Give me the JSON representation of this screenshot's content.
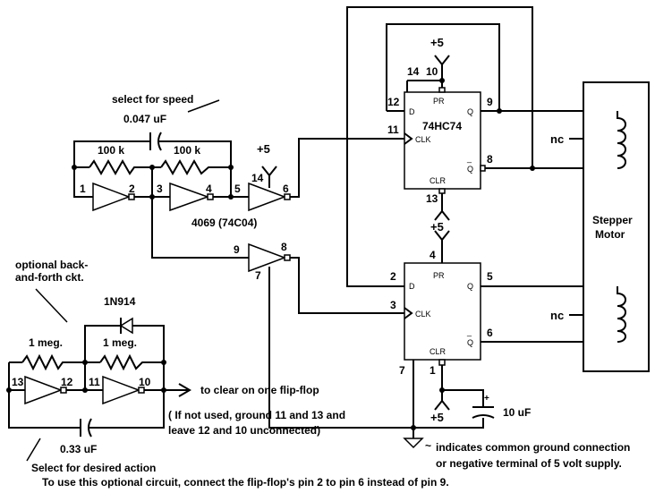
{
  "labels": {
    "select_speed": "select for speed",
    "cap_speed": "0.047 uF",
    "r_100k_a": "100 k",
    "r_100k_b": "100 k",
    "plus5_inverter": "+5",
    "plus5_ff1": "+5",
    "plus5_ff2": "+5",
    "plus5_bottom": "+5",
    "chip_4069": "4069 (74C04)",
    "chip_74hc74": "74HC74",
    "optional_line1": "optional back-",
    "optional_line2": "and-forth ckt.",
    "diode": "1N914",
    "r_1meg_a": "1 meg.",
    "r_1meg_b": "1 meg.",
    "to_clear": "to clear on one flip-flop",
    "if_not_used_1": "( If not used, ground 11 and 13 and",
    "if_not_used_2": "leave 12 and 10 unconnected)",
    "cap_033": "0.33 uF",
    "select_action": "Select for desired action",
    "to_use": "To use this optional circuit, connect the flip-flop's pin 2 to pin 6 instead of pin 9.",
    "cap_10uf": "10 uF",
    "cap_plus": "+",
    "ground_note_1": "indicates common ground connection",
    "ground_note_2": "or negative terminal of 5 volt supply.",
    "stepper_1": "Stepper",
    "stepper_2": "Motor",
    "nc_1": "nc",
    "nc_2": "nc",
    "tilde": "~"
  },
  "pins": {
    "inv1_in": "1",
    "inv1_out": "2",
    "inv2_in": "3",
    "inv2_out": "4",
    "inv3_in": "5",
    "inv3_out": "6",
    "inv3_vcc": "14",
    "buf_in": "9",
    "buf_out": "8",
    "buf_gnd": "7",
    "opt_inv1_in": "13",
    "opt_inv1_out": "12",
    "opt_inv2_in": "11",
    "opt_inv2_out": "10",
    "ff1_pr_vcc": "14",
    "ff1_pr": "10",
    "ff1_d": "12",
    "ff1_clk": "11",
    "ff1_q": "9",
    "ff1_qbar": "8",
    "ff1_clr": "13",
    "ff2_pr": "4",
    "ff2_d": "2",
    "ff2_clk": "3",
    "ff2_q": "5",
    "ff2_qbar": "6",
    "ff2_gnd": "7",
    "ff2_clr": "1"
  },
  "ff_labels": {
    "pr": "PR",
    "clr": "CLR",
    "d": "D",
    "clk": "CLK",
    "q": "Q",
    "qbar": "Q",
    "bar": "_",
    "pr2": "PR",
    "clr2": "CLR",
    "d2": "D",
    "clk2": "CLK",
    "q2": "Q",
    "qbar2": "Q",
    "bar2": "_"
  }
}
